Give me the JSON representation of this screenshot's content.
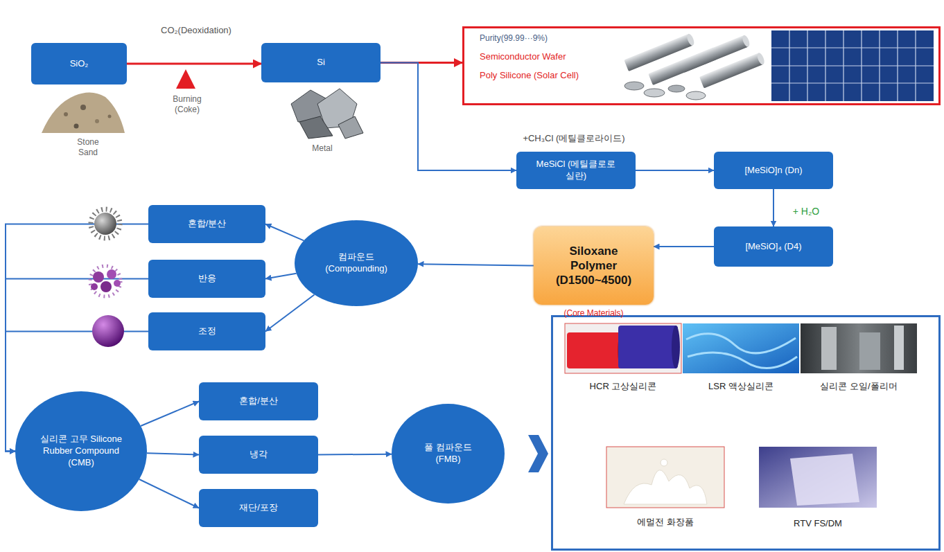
{
  "diagram": {
    "nodes": [
      {
        "text": [
          "SiO₂"
        ]
      },
      {
        "text": [
          "Si"
        ]
      },
      {
        "text": [
          "Purity(99.99···9%)",
          "Semiconductor Wafer",
          "Poly Silicone (Solar Cell)"
        ]
      },
      {
        "text": [
          "MeSiCl (메틸클로로실란)"
        ]
      },
      {
        "text": [
          "[MeSiO]n (Dn)"
        ]
      },
      {
        "text": [
          "[MeSiO]₄ (D4)"
        ]
      },
      {
        "text": [
          "Siloxane Polymer (D1500~4500)",
          "(Core Materials)"
        ]
      },
      {
        "text": [
          "컴파운드 (Compounding)"
        ]
      },
      {
        "text": [
          "혼합/분산"
        ]
      },
      {
        "text": [
          "반응"
        ]
      },
      {
        "text": [
          "조정"
        ]
      },
      {
        "text": [
          "실리콘 고무 Silicone Rubber Compound (CMB)"
        ]
      },
      {
        "text": [
          "혼합/분산"
        ]
      },
      {
        "text": [
          "냉각"
        ]
      },
      {
        "text": [
          "재단/포장"
        ]
      },
      {
        "text": [
          "풀 컴파운드 (FMB)"
        ]
      },
      {
        "text": []
      },
      {
        "text": [
          "HCR 고상실리콘"
        ],
        "in": 16
      },
      {
        "text": [
          "LSR 액상실리콘"
        ],
        "in": 16
      },
      {
        "text": [
          "실리콘 오일/폴리머"
        ],
        "in": 16
      },
      {
        "text": [
          "에멀전 화장품"
        ],
        "in": 16
      },
      {
        "text": [
          "RTV FS/DM"
        ],
        "in": 16
      }
    ],
    "edges": [
      {
        "from": 0,
        "to": 1,
        "arrow": "to",
        "label": "CO₂(Deoxidation)"
      },
      {
        "from": 1,
        "to": 2,
        "arrow": "to"
      },
      {
        "from": 1,
        "to": 3,
        "arrow": "to",
        "label": "+CH₃Cl (메틸클로라이드)"
      },
      {
        "from": 3,
        "to": 4,
        "arrow": "to"
      },
      {
        "from": 4,
        "to": 5,
        "arrow": "to",
        "label": "+ H₂O"
      },
      {
        "from": 5,
        "to": 6,
        "arrow": "to"
      },
      {
        "from": 6,
        "to": 7,
        "arrow": "to"
      },
      {
        "from": 7,
        "to": 8,
        "arrow": "to"
      },
      {
        "from": 7,
        "to": 9,
        "arrow": "to"
      },
      {
        "from": 7,
        "to": 10,
        "arrow": "to"
      },
      {
        "from": 8,
        "to": 11,
        "arrow": "to"
      },
      {
        "from": 9,
        "to": 11,
        "arrow": "to"
      },
      {
        "from": 10,
        "to": 11,
        "arrow": "to"
      },
      {
        "from": 11,
        "to": 12,
        "arrow": "to"
      },
      {
        "from": 11,
        "to": 13,
        "arrow": "to"
      },
      {
        "from": 11,
        "to": 14,
        "arrow": "to"
      },
      {
        "from": 13,
        "to": 15,
        "arrow": "to"
      }
    ],
    "labels": [
      "Stone Sand",
      "Burning (Coke)",
      "Metal"
    ]
  }
}
